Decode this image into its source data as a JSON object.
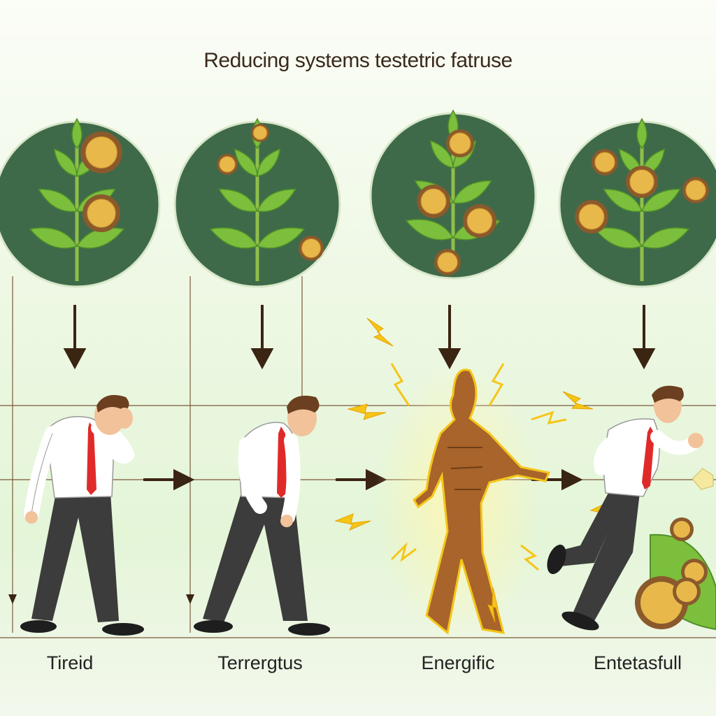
{
  "title": "Reducing systems testetric fatruse",
  "stages": [
    {
      "label": "Tireid",
      "icon": "tired-man-icon"
    },
    {
      "label": "Terrergtus",
      "icon": "walking-man-icon"
    },
    {
      "label": "Energific",
      "icon": "energized-body-icon"
    },
    {
      "label": "Entetasfull",
      "icon": "running-man-icon"
    }
  ],
  "colors": {
    "circle_bg": "#3e6a4a",
    "leaf": "#7cbf3c",
    "leaf_dark": "#4f8f2a",
    "root_slice": "#e8b84a",
    "root_rim": "#8a5a2c",
    "arrow": "#3a2412",
    "shirt": "#ffffff",
    "tie": "#e02a2a",
    "pants": "#3c3c3c",
    "skin": "#f2c29a",
    "energy": "#f5c518"
  }
}
